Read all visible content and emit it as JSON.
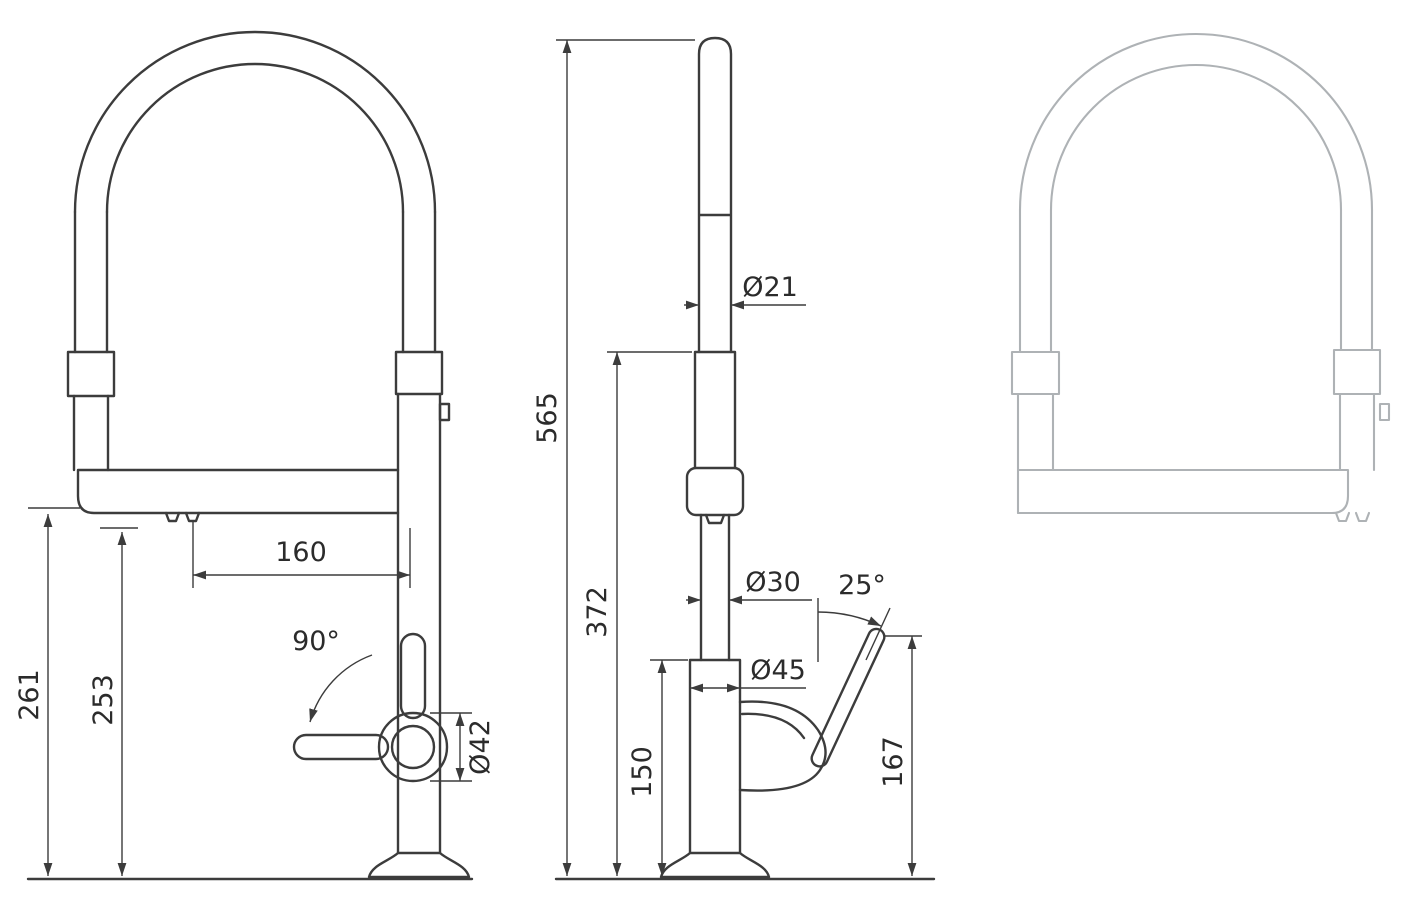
{
  "colors": {
    "line": "#3c3c3c",
    "dimension": "#3c3c3c",
    "light_view": "#aeb2b5",
    "background": "#ffffff"
  },
  "front_view": {
    "reach": "160",
    "outlet_height": "261",
    "aerator_height": "253",
    "handle_rotation": "90°",
    "handle_diameter": "Ø42"
  },
  "side_view": {
    "total_height": "565",
    "spout_height": "372",
    "hose_diameter": "Ø21",
    "column_diameter": "Ø30",
    "body_diameter": "Ø45",
    "body_height": "150",
    "lever_angle": "25°",
    "lever_height": "167"
  }
}
